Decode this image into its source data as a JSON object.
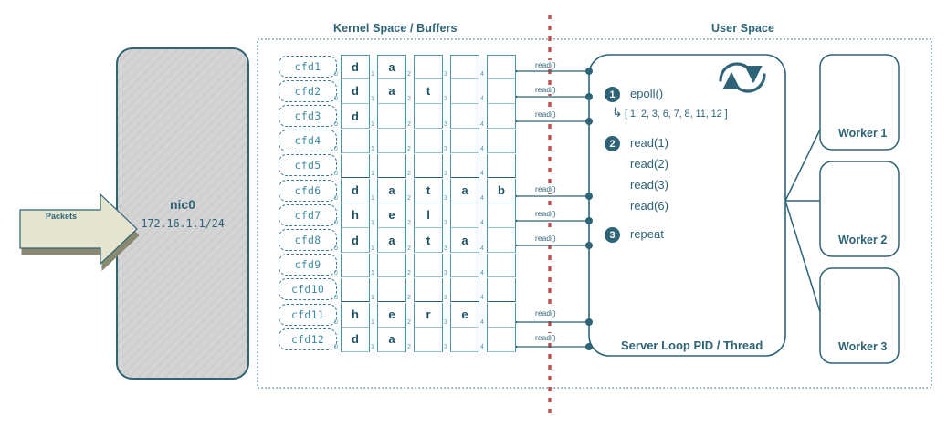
{
  "colors": {
    "teal": "#2e6378",
    "teal_light": "#4a93ad",
    "cell_rule": "#8fc2d1",
    "red_dash": "#c0504d",
    "nic_fill": "#d2d2d2",
    "packet_fill": "#e4e4cf",
    "packet_shadow": "#8a8a72"
  },
  "headers": {
    "kernel": "Kernel Space / Buffers",
    "user": "User Space"
  },
  "nic": {
    "name": "nic0",
    "ip": "172.16.1.1/24"
  },
  "packets": {
    "label": "Packets"
  },
  "buffers": {
    "index_labels": [
      "0",
      "1",
      "2",
      "3",
      "4"
    ],
    "rows": [
      {
        "fd": "cfd1",
        "cells": [
          "d",
          "a",
          "",
          "",
          ""
        ],
        "read": true
      },
      {
        "fd": "cfd2",
        "cells": [
          "d",
          "a",
          "t",
          "",
          ""
        ],
        "read": true
      },
      {
        "fd": "cfd3",
        "cells": [
          "d",
          "",
          "",
          "",
          ""
        ],
        "read": true
      },
      {
        "fd": "cfd4",
        "cells": [
          "",
          "",
          "",
          "",
          ""
        ],
        "read": false
      },
      {
        "fd": "cfd5",
        "cells": [
          "",
          "",
          "",
          "",
          ""
        ],
        "read": false
      },
      {
        "fd": "cfd6",
        "cells": [
          "d",
          "a",
          "t",
          "a",
          "b"
        ],
        "read": true
      },
      {
        "fd": "cfd7",
        "cells": [
          "h",
          "e",
          "l",
          "",
          ""
        ],
        "read": true
      },
      {
        "fd": "cfd8",
        "cells": [
          "d",
          "a",
          "t",
          "a",
          ""
        ],
        "read": true
      },
      {
        "fd": "cfd9",
        "cells": [
          "",
          "",
          "",
          "",
          ""
        ],
        "read": false
      },
      {
        "fd": "cfd10",
        "cells": [
          "",
          "",
          "",
          "",
          ""
        ],
        "read": false
      },
      {
        "fd": "cfd11",
        "cells": [
          "h",
          "e",
          "r",
          "e",
          ""
        ],
        "read": true
      },
      {
        "fd": "cfd12",
        "cells": [
          "d",
          "a",
          "",
          "",
          ""
        ],
        "read": true
      }
    ],
    "read_label": "read()"
  },
  "server_loop": {
    "title": "Server Loop PID / Thread",
    "steps": [
      {
        "num": "1",
        "text": "epoll()"
      },
      {
        "num": "2",
        "text": "read(1)"
      },
      {
        "num": "3",
        "text": "repeat"
      }
    ],
    "epoll_result": "[ 1, 2, 3, 6, 7, 8, 11, 12 ]",
    "epoll_result_arrow": "↳",
    "read_calls": [
      "read(1)",
      "read(2)",
      "read(3)",
      "read(6)"
    ],
    "loop_icon": "recycle-arrows-icon"
  },
  "workers": [
    {
      "label": "Worker 1"
    },
    {
      "label": "Worker 2"
    },
    {
      "label": "Worker 3"
    }
  ]
}
